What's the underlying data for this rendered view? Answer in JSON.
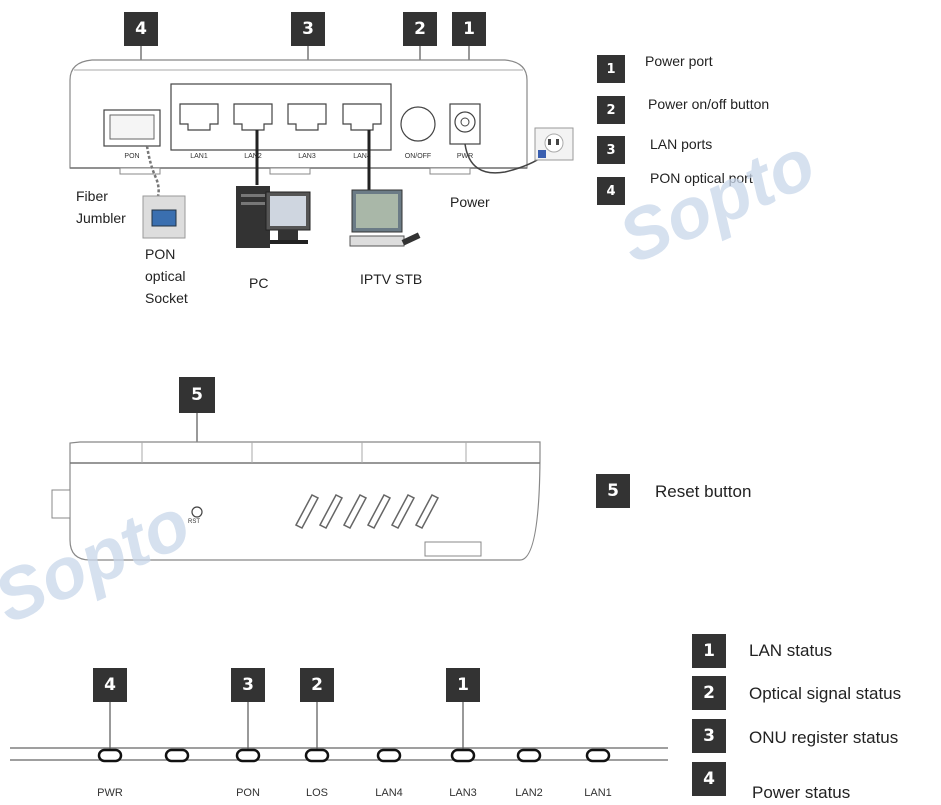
{
  "watermark": "Sopto",
  "section1": {
    "badges": [
      "4",
      "3",
      "2",
      "1"
    ],
    "port_labels": [
      "PON",
      "LAN1",
      "LAN2",
      "LAN3",
      "LAN4",
      "ON/OFF",
      "PWR"
    ],
    "captions": {
      "fiber": "Fiber\nJumbler",
      "pon_socket": "PON\noptical\nSocket",
      "pc": "PC",
      "iptv": "IPTV STB",
      "power": "Power"
    },
    "legend": [
      {
        "num": "1",
        "text": "Power port"
      },
      {
        "num": "2",
        "text": "Power on/off button"
      },
      {
        "num": "3",
        "text": "LAN ports"
      },
      {
        "num": "4",
        "text": "PON  optical port"
      }
    ]
  },
  "section2": {
    "badge": "5",
    "reset_small_label": "RST",
    "legend": {
      "num": "5",
      "text": "Reset button"
    }
  },
  "section3": {
    "badges": [
      "4",
      "3",
      "2",
      "1"
    ],
    "led_labels": [
      "PWR",
      "PON",
      "LOS",
      "LAN4",
      "LAN3",
      "LAN2",
      "LAN1"
    ],
    "legend": [
      {
        "num": "1",
        "text": "LAN status"
      },
      {
        "num": "2",
        "text": "Optical  signal status"
      },
      {
        "num": "3",
        "text": "ONU register status"
      },
      {
        "num": "4",
        "text": "Power status"
      }
    ]
  }
}
